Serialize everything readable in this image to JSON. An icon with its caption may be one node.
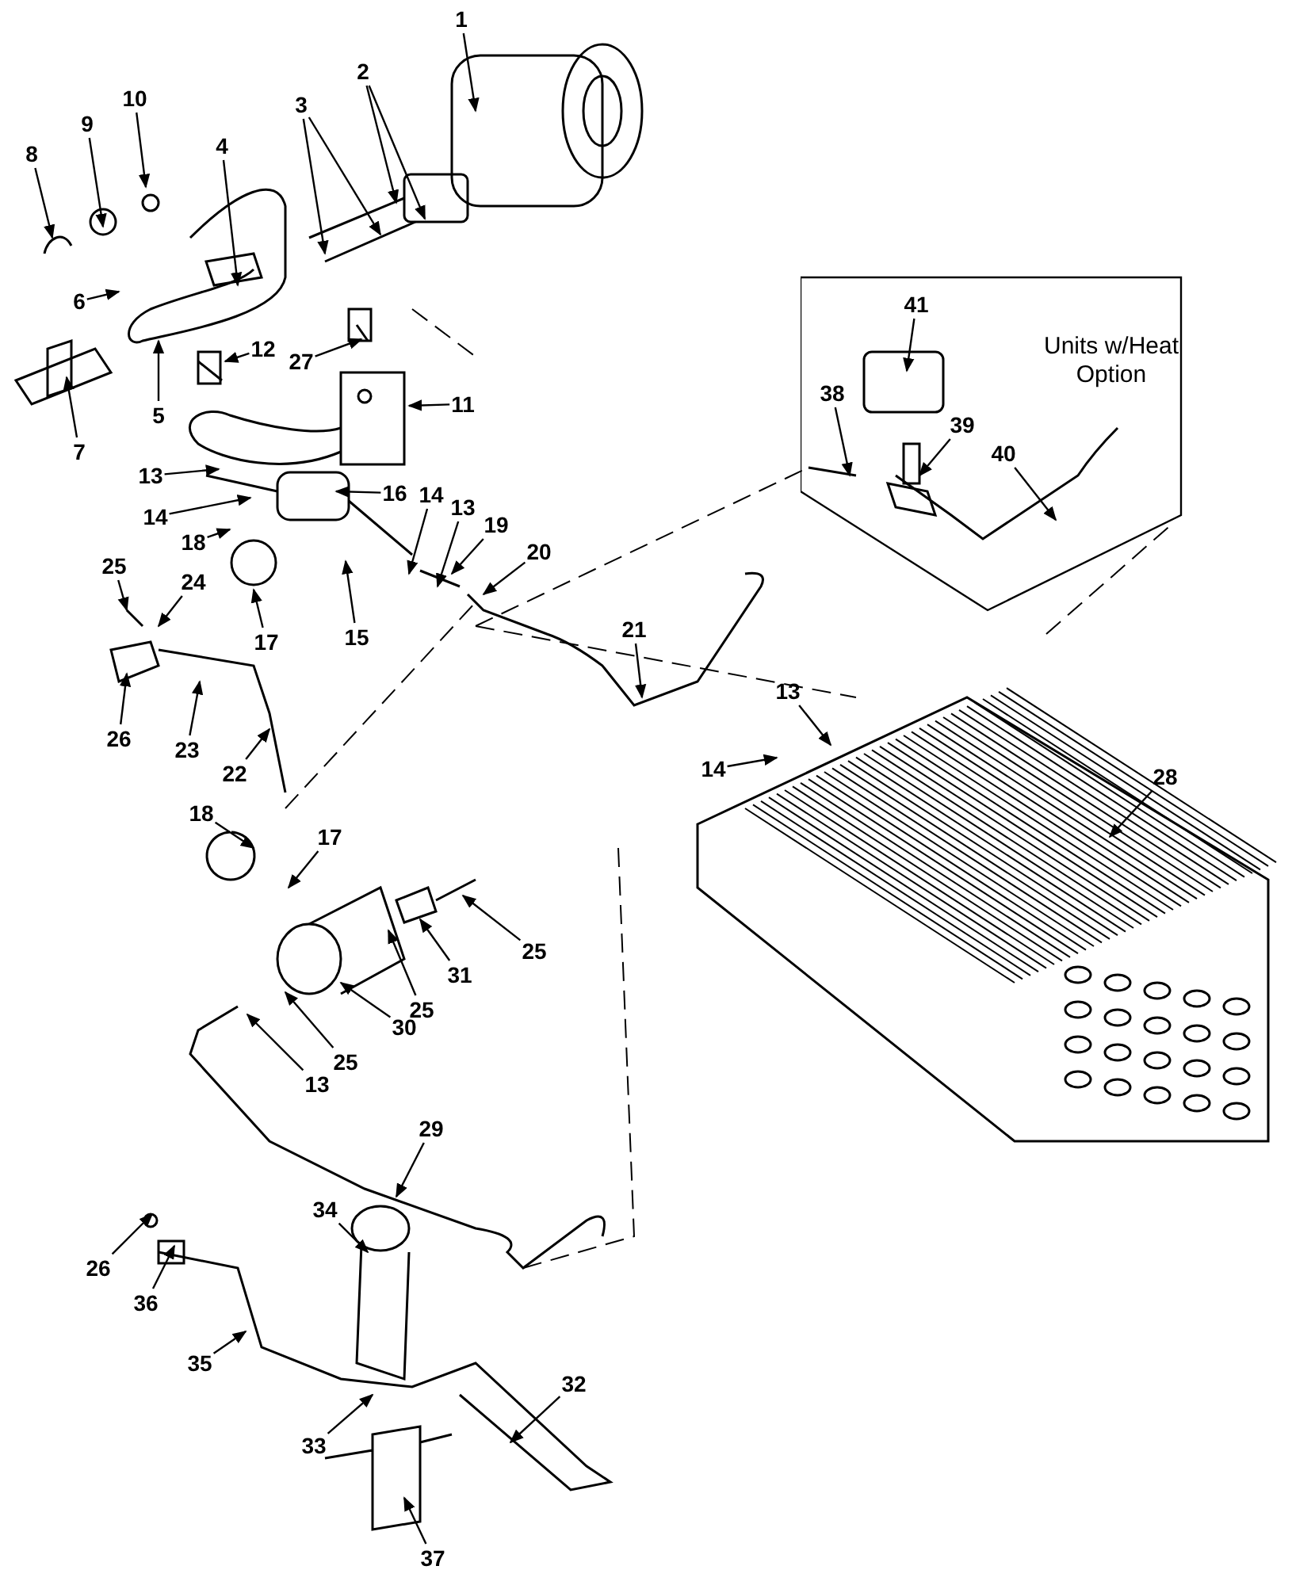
{
  "diagram": {
    "nodes": [
      {
        "text": [
          "1"
        ]
      },
      {
        "text": [
          "2"
        ]
      },
      {
        "text": [
          "3"
        ]
      },
      {
        "text": [
          "10"
        ]
      },
      {
        "text": [
          "9"
        ]
      },
      {
        "text": [
          "8"
        ]
      },
      {
        "text": [
          "4"
        ]
      },
      {
        "text": [
          "6"
        ]
      },
      {
        "text": [
          "5"
        ]
      },
      {
        "text": [
          "7"
        ]
      },
      {
        "text": [
          "12"
        ]
      },
      {
        "text": [
          "27"
        ]
      },
      {
        "text": [
          "11"
        ]
      },
      {
        "text": [
          "13"
        ]
      },
      {
        "text": [
          "16"
        ]
      },
      {
        "text": [
          "14"
        ]
      },
      {
        "text": [
          "14"
        ]
      },
      {
        "text": [
          "13"
        ]
      },
      {
        "text": [
          "18"
        ]
      },
      {
        "text": [
          "19"
        ]
      },
      {
        "text": [
          "20"
        ]
      },
      {
        "text": [
          "25"
        ]
      },
      {
        "text": [
          "24"
        ]
      },
      {
        "text": [
          "15"
        ]
      },
      {
        "text": [
          "21"
        ]
      },
      {
        "text": [
          "17"
        ]
      },
      {
        "text": [
          "26"
        ]
      },
      {
        "text": [
          "23"
        ]
      },
      {
        "text": [
          "22"
        ]
      },
      {
        "text": [
          "Units w/Heat Option"
        ]
      },
      {
        "text": [
          "41"
        ],
        "in": 29
      },
      {
        "text": [
          "38"
        ],
        "in": 29
      },
      {
        "text": [
          "39"
        ],
        "in": 29
      },
      {
        "text": [
          "40"
        ],
        "in": 29
      },
      {
        "text": [
          "13"
        ]
      },
      {
        "text": [
          "14"
        ]
      },
      {
        "text": [
          "28"
        ]
      },
      {
        "text": [
          "18"
        ]
      },
      {
        "text": [
          "17"
        ]
      },
      {
        "text": [
          "25"
        ]
      },
      {
        "text": [
          "31"
        ]
      },
      {
        "text": [
          "25"
        ]
      },
      {
        "text": [
          "30"
        ]
      },
      {
        "text": [
          "13"
        ]
      },
      {
        "text": [
          "25"
        ]
      },
      {
        "text": [
          "29"
        ]
      },
      {
        "text": [
          "34"
        ]
      },
      {
        "text": [
          "26"
        ]
      },
      {
        "text": [
          "36"
        ]
      },
      {
        "text": [
          "35"
        ]
      },
      {
        "text": [
          "32"
        ]
      },
      {
        "text": [
          "33"
        ]
      },
      {
        "text": [
          "37"
        ]
      }
    ],
    "edges": [
      {
        "from": 0,
        "to": null,
        "arrow": "to"
      },
      {
        "from": 1,
        "to": null,
        "arrow": "to"
      },
      {
        "from": 1,
        "to": null,
        "arrow": "to"
      },
      {
        "from": 2,
        "to": null,
        "arrow": "to"
      },
      {
        "from": 2,
        "to": null,
        "arrow": "to"
      },
      {
        "from": 3,
        "to": null,
        "arrow": "to"
      },
      {
        "from": 4,
        "to": null,
        "arrow": "to"
      },
      {
        "from": 5,
        "to": null,
        "arrow": "to"
      },
      {
        "from": 6,
        "to": null,
        "arrow": "to"
      },
      {
        "from": 7,
        "to": null,
        "arrow": "to"
      },
      {
        "from": 8,
        "to": null,
        "arrow": "to"
      },
      {
        "from": 9,
        "to": null,
        "arrow": "to"
      },
      {
        "from": 10,
        "to": null,
        "arrow": "to"
      },
      {
        "from": 11,
        "to": null,
        "arrow": "to"
      },
      {
        "from": 12,
        "to": null,
        "arrow": "to"
      },
      {
        "from": 13,
        "to": null,
        "arrow": "to"
      },
      {
        "from": 14,
        "to": null,
        "arrow": "to"
      },
      {
        "from": 15,
        "to": null,
        "arrow": "to"
      },
      {
        "from": 16,
        "to": null,
        "arrow": "to"
      },
      {
        "from": 17,
        "to": null,
        "arrow": "to"
      },
      {
        "from": 18,
        "to": null,
        "arrow": "to"
      },
      {
        "from": 19,
        "to": null,
        "arrow": "to"
      },
      {
        "from": 20,
        "to": null,
        "arrow": "to"
      },
      {
        "from": 21,
        "to": null,
        "arrow": "to"
      },
      {
        "from": 22,
        "to": null,
        "arrow": "to"
      },
      {
        "from": 23,
        "to": null,
        "arrow": "to"
      },
      {
        "from": 24,
        "to": null,
        "arrow": "to"
      },
      {
        "from": 25,
        "to": null,
        "arrow": "to"
      },
      {
        "from": 26,
        "to": null,
        "arrow": "to"
      },
      {
        "from": 27,
        "to": null,
        "arrow": "to"
      },
      {
        "from": 28,
        "to": null,
        "arrow": "to"
      },
      {
        "from": 30,
        "to": null,
        "arrow": "to"
      },
      {
        "from": 31,
        "to": null,
        "arrow": "to"
      },
      {
        "from": 32,
        "to": null,
        "arrow": "to"
      },
      {
        "from": 33,
        "to": null,
        "arrow": "to"
      },
      {
        "from": 34,
        "to": null,
        "arrow": "to"
      },
      {
        "from": 35,
        "to": null,
        "arrow": "to"
      },
      {
        "from": 36,
        "to": null,
        "arrow": "to"
      },
      {
        "from": 37,
        "to": null,
        "arrow": "to"
      },
      {
        "from": 38,
        "to": null,
        "arrow": "to"
      },
      {
        "from": 39,
        "to": null,
        "arrow": "to"
      },
      {
        "from": 40,
        "to": null,
        "arrow": "to"
      },
      {
        "from": 41,
        "to": null,
        "arrow": "to"
      },
      {
        "from": 42,
        "to": null,
        "arrow": "to"
      },
      {
        "from": 43,
        "to": null,
        "arrow": "to"
      },
      {
        "from": 44,
        "to": null,
        "arrow": "to"
      },
      {
        "from": 45,
        "to": null,
        "arrow": "to"
      },
      {
        "from": 46,
        "to": null,
        "arrow": "to"
      },
      {
        "from": 47,
        "to": null,
        "arrow": "to"
      },
      {
        "from": 48,
        "to": null,
        "arrow": "to"
      },
      {
        "from": 49,
        "to": null,
        "arrow": "to"
      },
      {
        "from": 50,
        "to": null,
        "arrow": "to"
      },
      {
        "from": 51,
        "to": null,
        "arrow": "to"
      },
      {
        "from": 52,
        "to": null,
        "arrow": "to"
      }
    ]
  }
}
